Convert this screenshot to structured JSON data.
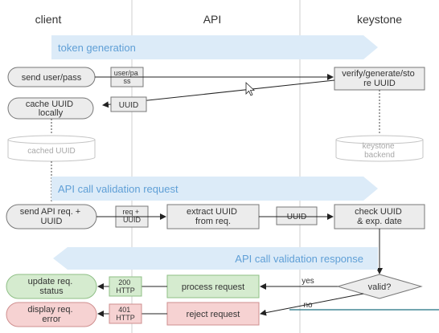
{
  "columns": {
    "client": "client",
    "api": "API",
    "keystone": "keystone"
  },
  "bands": {
    "token_generation": "token generation",
    "api_call_validation_request": "API call validation request",
    "api_call_validation_response": "API call validation response"
  },
  "nodes": {
    "send_user_pass": "send user/pass",
    "user_pass_msg": [
      "user/pa",
      "ss"
    ],
    "verify_generate_store": [
      "verify/generate/sto",
      "re UUID"
    ],
    "uuid_msg_1": "UUID",
    "cache_uuid_locally": [
      "cache UUID",
      "locally"
    ],
    "cached_uuid": "cached UUID",
    "keystone_backend": [
      "keystone",
      "backend"
    ],
    "send_api_req": [
      "send API req. +",
      "UUID"
    ],
    "req_uuid_msg": [
      "req +",
      "UUID"
    ],
    "extract_uuid": [
      "extract UUID",
      "from req."
    ],
    "uuid_msg_2": "UUID",
    "check_uuid": [
      "check UUID",
      "& exp. date"
    ],
    "valid_decision": "valid?",
    "yes_label": "yes",
    "no_label": "no",
    "process_request": "process request",
    "reject_request": "reject request",
    "http_200_msg": [
      "200",
      "HTTP"
    ],
    "http_401_msg": [
      "401",
      "HTTP"
    ],
    "update_req_status": [
      "update req.",
      "status"
    ],
    "display_req_error": [
      "display req.",
      "error"
    ]
  },
  "colors": {
    "band_fill": "#dcebf8",
    "band_text": "#5f9fd6",
    "node_fill": "#ececec",
    "node_stroke": "#777777",
    "lane_divider": "#cfcfcf",
    "success_fill": "#d5ebcf",
    "success_stroke": "#8fbf86",
    "error_fill": "#f6d2d2",
    "error_stroke": "#cf8f8f",
    "muted_text": "#a8a8a8",
    "line": "#222222",
    "accent_line": "#1f6f80"
  }
}
